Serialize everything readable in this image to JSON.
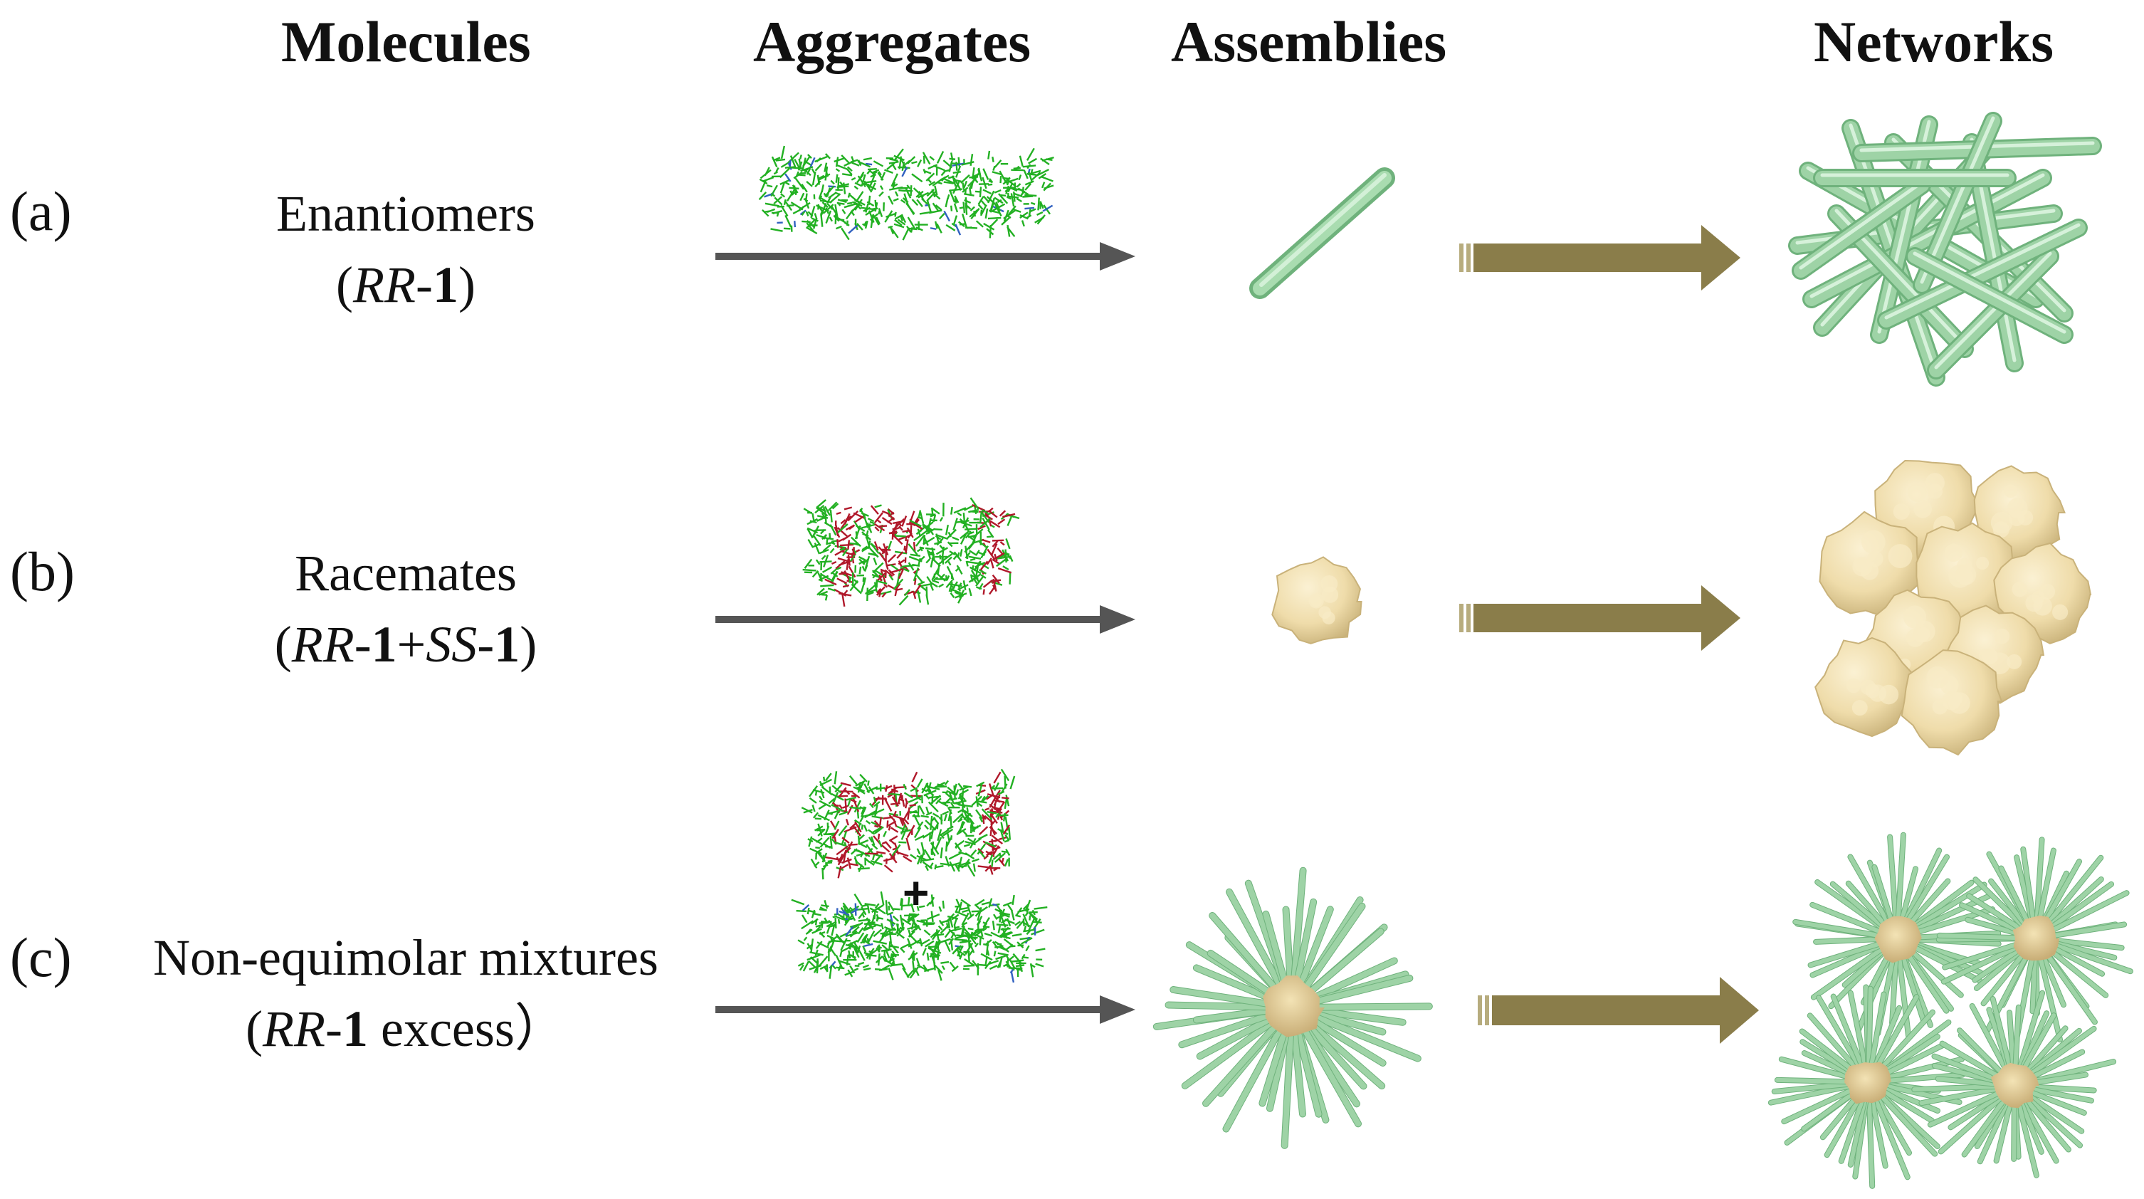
{
  "headers": {
    "molecules": "Molecules",
    "aggregates": "Aggregates",
    "assemblies": "Assemblies",
    "networks": "Networks"
  },
  "rows": [
    {
      "label": "(a)",
      "title": "Enantiomers",
      "formula": {
        "open": "(",
        "italic1": "RR",
        "dash1": "-",
        "bold1": "1",
        "close": ")"
      },
      "assembly": "rod",
      "network": "rod-network"
    },
    {
      "label": "(b)",
      "title": "Racemates",
      "formula": {
        "open": "(",
        "italic1": "RR",
        "dash1": "-",
        "bold1": "1",
        "plus": "+",
        "italic2": "SS",
        "dash2": "-",
        "bold2": "1",
        "close": ")"
      },
      "assembly": "particle",
      "network": "particle-cluster"
    },
    {
      "label": "(c)",
      "title": "Non-equimolar mixtures",
      "formula": {
        "open": "(",
        "italic1": "RR",
        "dash1": "-",
        "bold1": "1",
        "excess": " excess",
        "close": "）"
      },
      "plus_sign": "+",
      "assembly": "spiky-core",
      "network": "spiky-network"
    }
  ],
  "colors": {
    "green_rod": "#9ed3a6",
    "green_rod_dark": "#6fb27c",
    "molecule_green": "#22b022",
    "molecule_red": "#b0182a",
    "molecule_blue": "#3060c0",
    "particle": "#efdcaa",
    "particle_dark": "#c9b27a",
    "gray_arrow": "#555555",
    "olive_arrow": "#8a7d4a"
  }
}
